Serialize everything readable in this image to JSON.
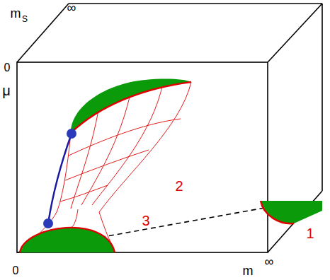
{
  "diagram": {
    "labels": [
      "m",
      "S",
      "∞",
      "0",
      "μ",
      "2",
      "3",
      "1",
      "0",
      "m",
      "∞"
    ]
  }
}
